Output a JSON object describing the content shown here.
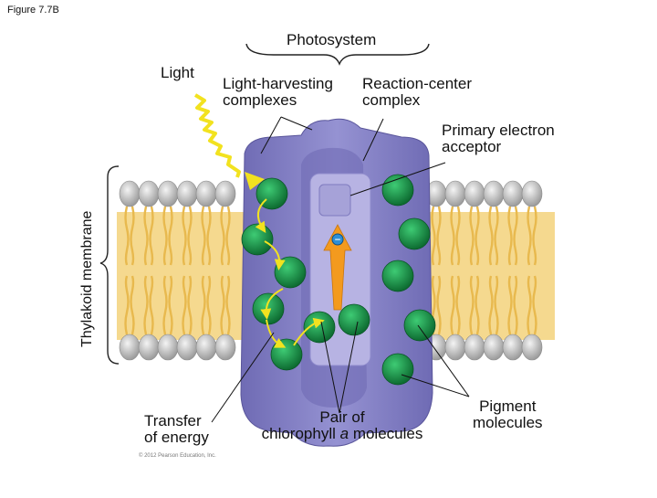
{
  "figure_label": "Figure 7.7B",
  "labels": {
    "photosystem": "Photosystem",
    "light": "Light",
    "light_harvesting": "Light-harvesting\ncomplexes",
    "reaction_center": "Reaction-center\ncomplex",
    "primary_acceptor": "Primary electron\nacceptor",
    "thylakoid_membrane": "Thylakoid membrane",
    "transfer_energy": "Transfer\nof energy",
    "pair_chlorophyll_1": "Pair of",
    "pair_chlorophyll_2": "chlorophyll ",
    "pair_chlorophyll_italic": "a",
    "pair_chlorophyll_3": " molecules",
    "pigment": "Pigment\nmolecules",
    "copyright": "© 2012 Pearson Education, Inc."
  },
  "electron_symbol": "−",
  "colors": {
    "membrane_head": "#c9c9c9",
    "lipid_tail": "#f2cf78",
    "protein": "#8a86c7",
    "protein_dark": "#6d69b0",
    "reaction_center": "#b4b0e0",
    "pigment": "#1e9a4c",
    "light": "#f2e21f",
    "arrow": "#f39a1e"
  }
}
